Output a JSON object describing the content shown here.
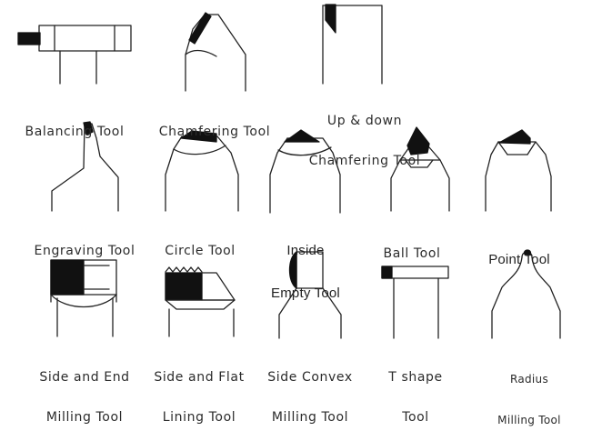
{
  "colors": {
    "ink": "#222222",
    "fill": "#111111",
    "background": "#ffffff"
  },
  "tools": [
    {
      "id": "balancing",
      "lines": [
        "Balancing Tool"
      ]
    },
    {
      "id": "chamfering",
      "lines": [
        "Chamfering Tool"
      ]
    },
    {
      "id": "up-down-chamfering",
      "lines": [
        "Up & down",
        "Chamfering Tool"
      ]
    },
    {
      "id": "engraving",
      "lines": [
        "Engraving Tool"
      ]
    },
    {
      "id": "circle",
      "lines": [
        "Circle Tool"
      ]
    },
    {
      "id": "inside-empty",
      "lines": [
        "Inside",
        "Empty Tool"
      ]
    },
    {
      "id": "ball",
      "lines": [
        "Ball Tool"
      ]
    },
    {
      "id": "point",
      "lines": [
        "Point Tool"
      ]
    },
    {
      "id": "side-end-milling",
      "lines": [
        "Side and End",
        "Milling Tool"
      ]
    },
    {
      "id": "side-flat-lining",
      "lines": [
        "Side and Flat",
        "Lining Tool"
      ]
    },
    {
      "id": "side-convex-milling",
      "lines": [
        "Side Convex",
        "Milling Tool"
      ]
    },
    {
      "id": "t-shape",
      "lines": [
        "T shape",
        "Tool"
      ]
    },
    {
      "id": "radius-milling",
      "lines": [
        "Radius",
        "Milling Tool"
      ]
    }
  ]
}
